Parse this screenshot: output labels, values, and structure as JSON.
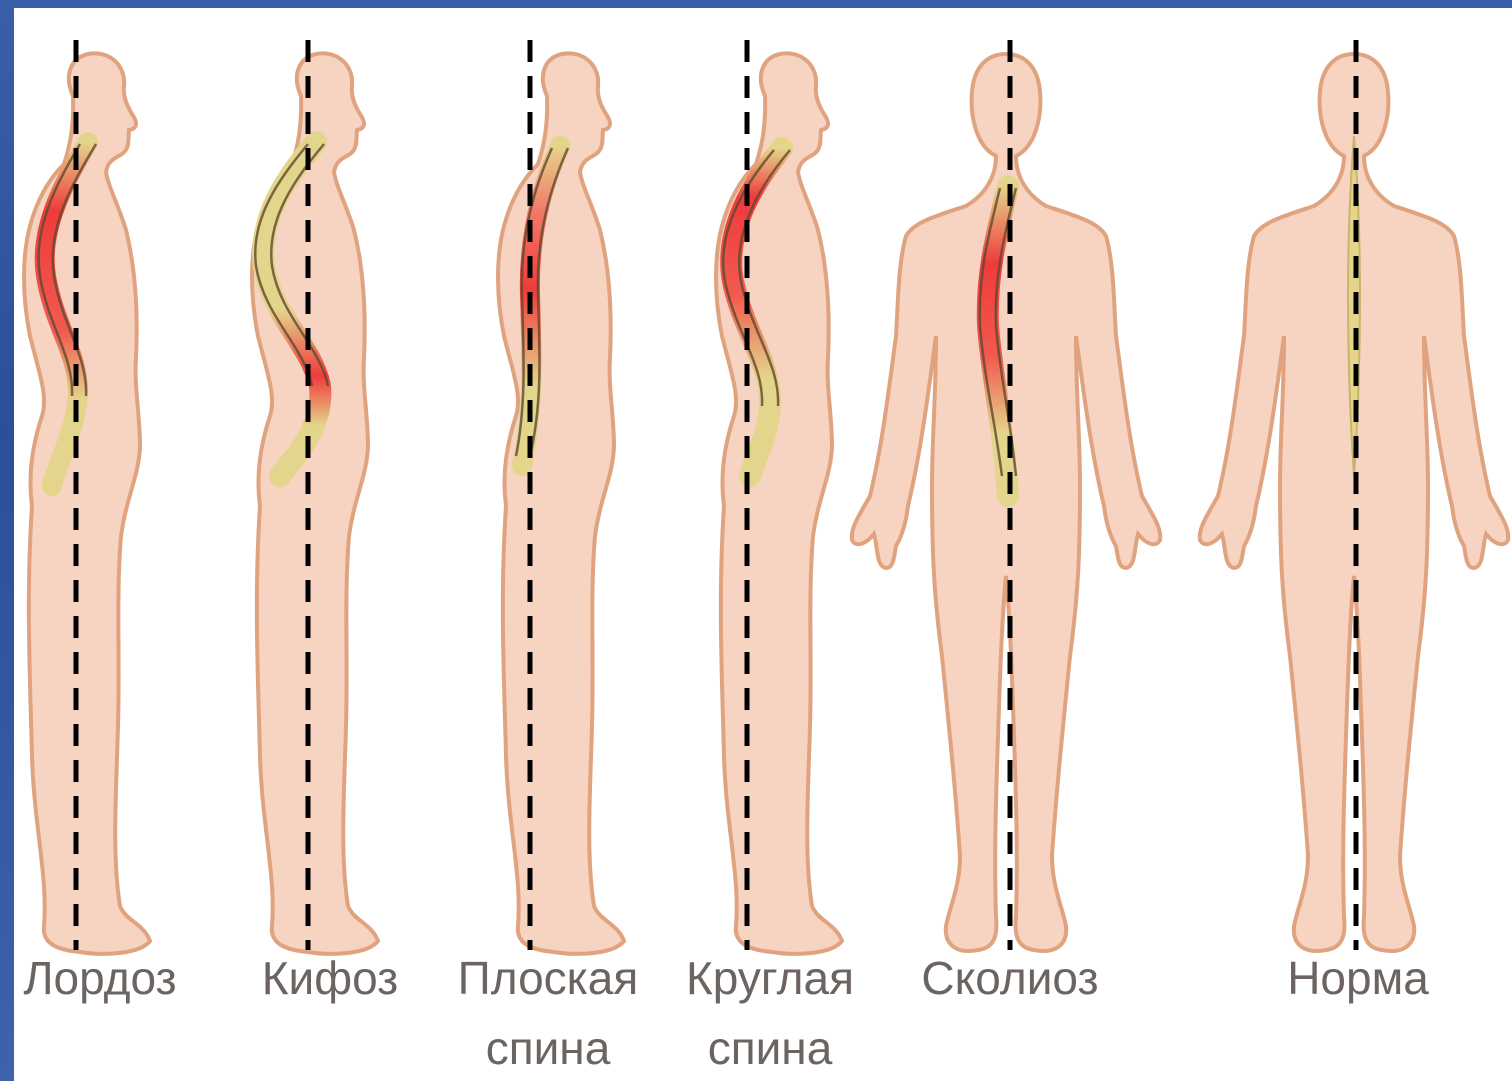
{
  "figure": {
    "colors": {
      "skin": "#f7d3c2",
      "outline": "#e0a37f",
      "spine": "#e4d58c",
      "spine_stroke": "#5e4a2e",
      "stress": "#ef3b3b",
      "plumb_line": "#000000",
      "frame": "#3a5fa8"
    },
    "panels": [
      {
        "key": "lordosis",
        "label_line1": "Лордоз",
        "label_line2": ""
      },
      {
        "key": "kyphosis",
        "label_line1": "Кифоз",
        "label_line2": ""
      },
      {
        "key": "flat-back",
        "label_line1": "Плоская",
        "label_line2": "спина"
      },
      {
        "key": "round-back",
        "label_line1": "Круглая",
        "label_line2": "спина"
      },
      {
        "key": "scoliosis",
        "label_line1": "Сколиоз",
        "label_line2": ""
      },
      {
        "key": "normal",
        "label_line1": "Норма",
        "label_line2": ""
      }
    ]
  }
}
